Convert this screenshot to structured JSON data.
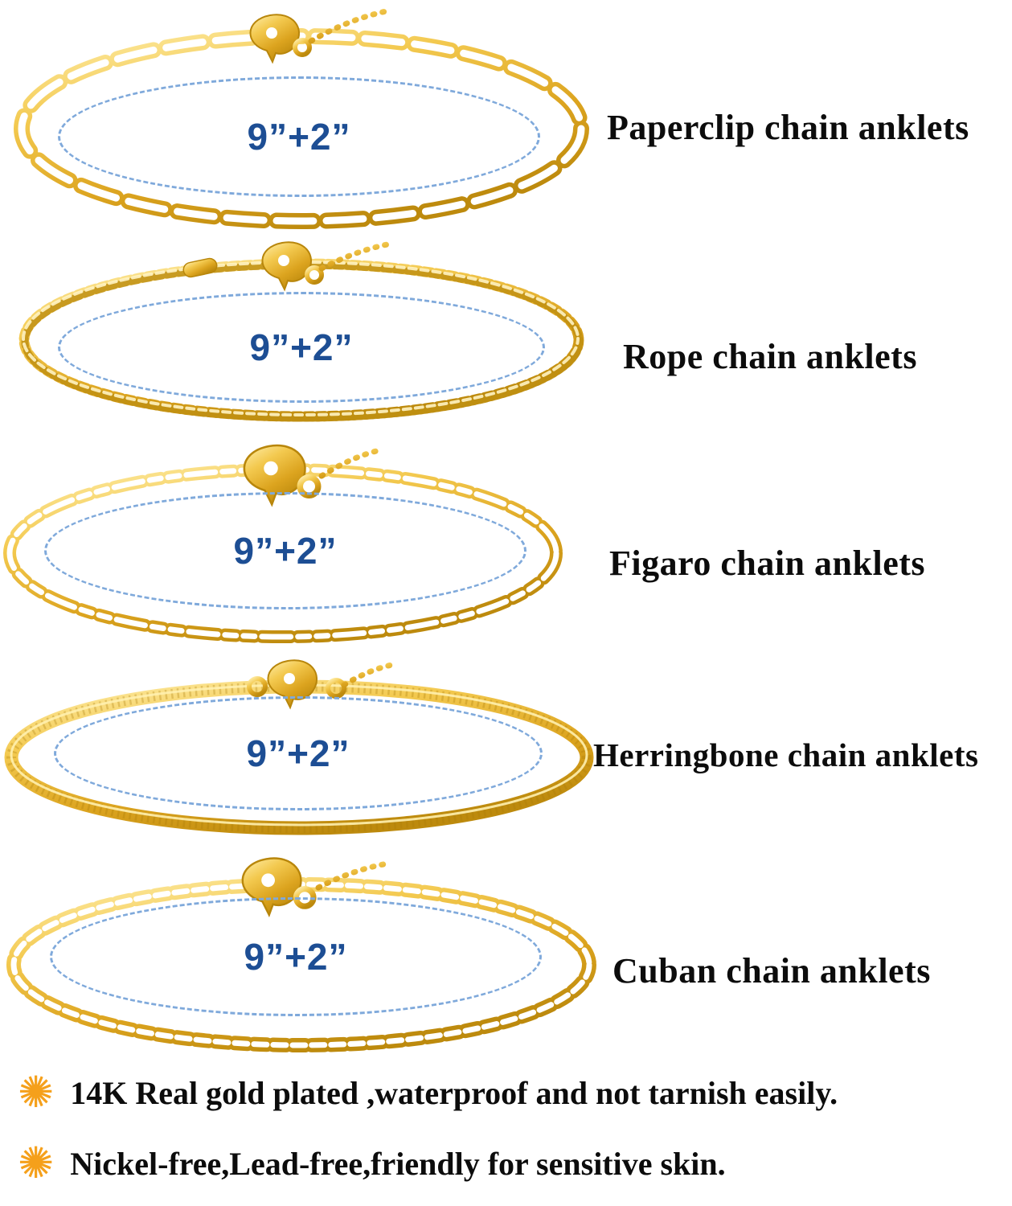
{
  "colors": {
    "gold": "#DCA41F",
    "gold_light": "#FFEFAD",
    "gold_dark": "#BD8A0D",
    "size_text_blue": "#1d4e94",
    "dashed_oval_blue": "#7fa9db",
    "label_black": "#0c0c0c",
    "star_orange": "#f5a01b",
    "background": "#ffffff"
  },
  "chains": [
    {
      "name": "paperclip",
      "size": "9”+2”",
      "label": "Paperclip chain anklets"
    },
    {
      "name": "rope",
      "size": "9”+2”",
      "label": "Rope chain anklets"
    },
    {
      "name": "figaro",
      "size": "9”+2”",
      "label": "Figaro chain anklets"
    },
    {
      "name": "herringbone",
      "size": "9”+2”",
      "label": "Herringbone chain anklets"
    },
    {
      "name": "cuban",
      "size": "9”+2”",
      "label": "Cuban chain anklets"
    }
  ],
  "icons": {
    "feature_star_glyph": "✺"
  },
  "features": [
    {
      "text": "14K Real gold plated ,waterproof and not tarnish easily."
    },
    {
      "text": "Nickel-free,Lead-free,friendly for sensitive skin."
    }
  ]
}
